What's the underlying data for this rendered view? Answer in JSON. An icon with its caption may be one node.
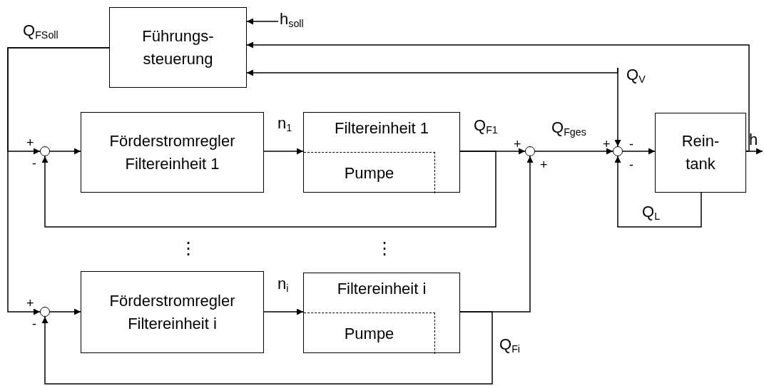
{
  "diagram": {
    "nodes": [
      {
        "text": [
          "Führungs- steuerung"
        ]
      },
      {
        "text": [],
        "shape": "circle"
      },
      {
        "text": [
          "Förderstromregler Filtereinheit 1"
        ]
      },
      {
        "text": [
          "Filtereinheit 1"
        ]
      },
      {
        "text": [
          "Pumpe"
        ],
        "in": 3
      },
      {
        "text": [],
        "shape": "circle"
      },
      {
        "text": [],
        "shape": "circle"
      },
      {
        "text": [
          "Rein- tank"
        ]
      },
      {
        "text": [],
        "shape": "circle"
      },
      {
        "text": [
          "Förderstromregler Filtereinheit i"
        ]
      },
      {
        "text": [
          "Filtereinheit i"
        ]
      },
      {
        "text": [
          "Pumpe"
        ],
        "in": 10
      }
    ],
    "edges": [
      {
        "from": 0,
        "to": 1,
        "arrow": "to",
        "label": "Q$_{FSoll}$"
      },
      {
        "from": 0,
        "to": 8,
        "arrow": "to"
      },
      {
        "from": null,
        "to": 0,
        "arrow": "to",
        "label": "h$_{soll}$"
      },
      {
        "from": 7,
        "to": 0,
        "arrow": "to"
      },
      {
        "from": 7,
        "to": null,
        "arrow": "to",
        "label": "h"
      },
      {
        "from": null,
        "to": 0,
        "arrow": "to"
      },
      {
        "from": null,
        "to": 6,
        "arrow": "to",
        "label": "Q$_{V}$"
      },
      {
        "from": 1,
        "to": 2,
        "arrow": "to"
      },
      {
        "from": 2,
        "to": 3,
        "arrow": "to",
        "label": "n$_{1}$"
      },
      {
        "from": 3,
        "to": 5,
        "arrow": "to",
        "label": "Q$_{F1}$"
      },
      {
        "from": 3,
        "to": 1,
        "arrow": "to"
      },
      {
        "from": 5,
        "to": 6,
        "arrow": "to",
        "label": "Q$_{Fges}$"
      },
      {
        "from": 6,
        "to": 7,
        "arrow": "to"
      },
      {
        "from": 7,
        "to": 6,
        "arrow": "to",
        "label": "Q$_{L}$"
      },
      {
        "from": 8,
        "to": 9,
        "arrow": "to"
      },
      {
        "from": 9,
        "to": 10,
        "arrow": "to",
        "label": "n$_{i}$"
      },
      {
        "from": 10,
        "to": 5,
        "arrow": "to"
      },
      {
        "from": 10,
        "to": 8,
        "arrow": "to",
        "label": "Q$_{Fi}$"
      }
    ],
    "labels": [
      "+",
      "-",
      "+",
      "+",
      "+",
      "-",
      "-",
      "⋮",
      "⋮",
      "+",
      "-"
    ]
  }
}
